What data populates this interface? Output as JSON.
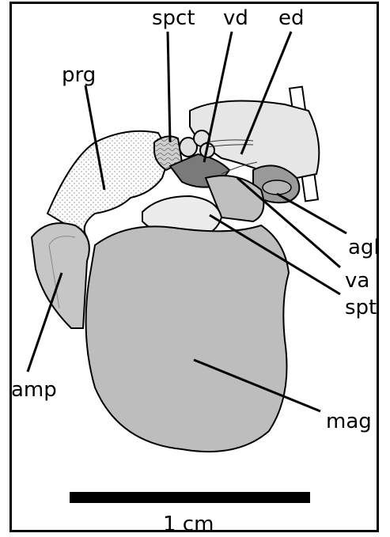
{
  "labels": {
    "spct": "spct",
    "vd": "vd",
    "ed": "ed",
    "prg": "prg",
    "agl": "agl",
    "va": "va",
    "spt": "spt",
    "amp": "amp",
    "mag": "mag"
  },
  "scale_bar": {
    "label": "1 cm"
  },
  "colors": {
    "outline": "#000000",
    "light_gray": "#d9d9d9",
    "mid_gray": "#bfbfbf",
    "dark_gray": "#7a7a7a",
    "very_light": "#ececec",
    "stipple_bg": "#ffffff"
  }
}
